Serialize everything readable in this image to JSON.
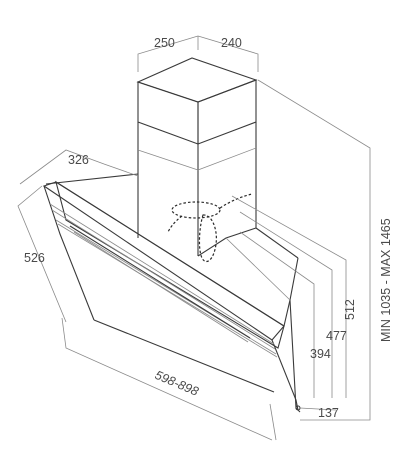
{
  "dimensions": {
    "chimney_width": "250",
    "chimney_depth": "240",
    "hood_depth": "326",
    "glass_height": "526",
    "hood_width": "598-898",
    "total_height": "MIN 1035 - MAX 1465",
    "height_512": "512",
    "height_477": "477",
    "height_394": "394",
    "depth_137": "137"
  }
}
